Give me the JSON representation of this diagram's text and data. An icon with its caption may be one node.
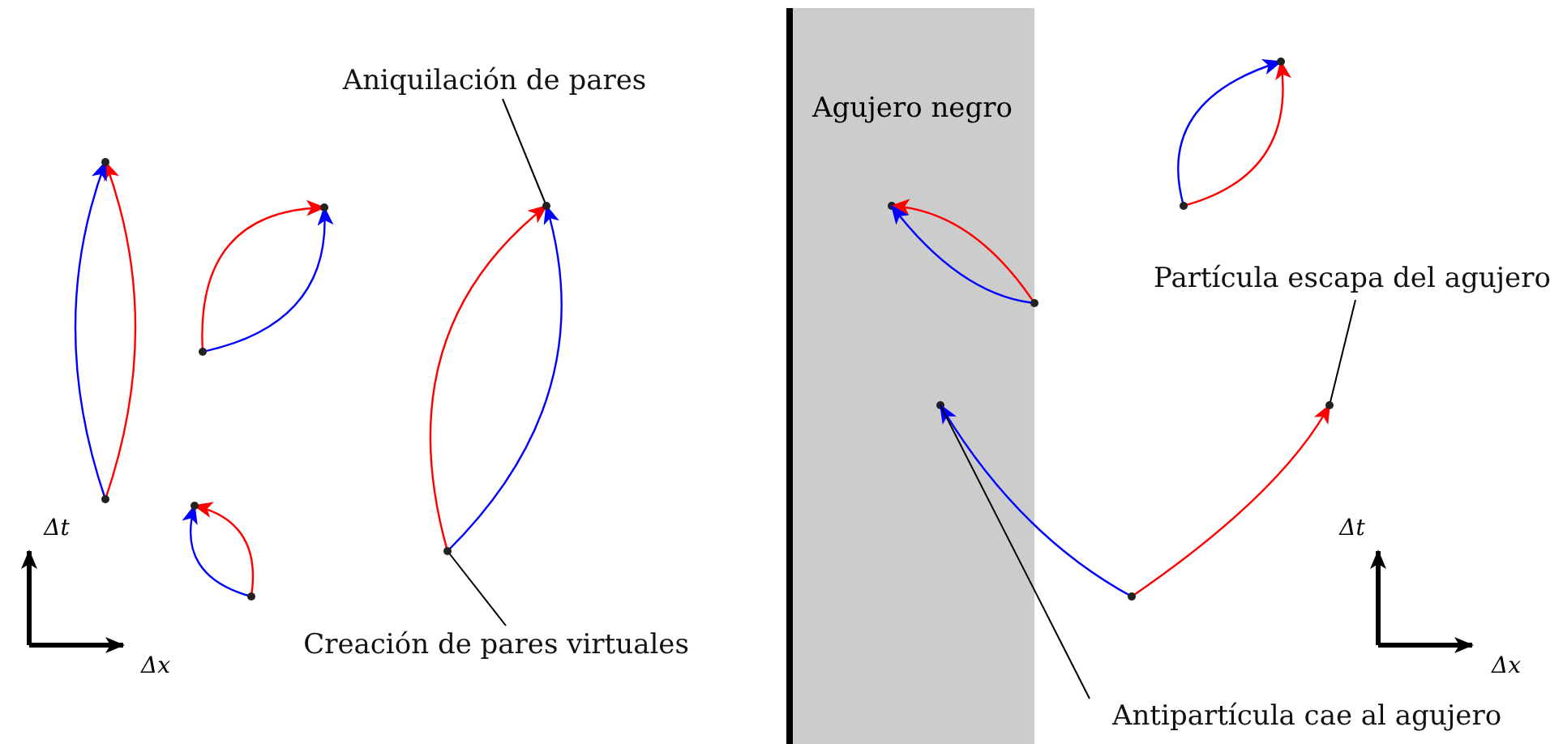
{
  "diagram": {
    "nodes": [
      {
        "text": [
          "Agujero negro"
        ]
      },
      {
        "text": [
          "Aniquilación de pares"
        ]
      },
      {
        "text": [
          "Creación de pares virtuales"
        ]
      },
      {
        "text": [
          "Partícula escapa del agujero"
        ]
      },
      {
        "text": [
          "Antipartícula cae al agujero"
        ]
      },
      {
        "text": [],
        "shape": "point"
      },
      {
        "text": [],
        "shape": "point"
      },
      {
        "text": [],
        "shape": "point"
      },
      {
        "text": [],
        "shape": "point"
      },
      {
        "text": [],
        "shape": "point"
      },
      {
        "text": [],
        "shape": "point"
      },
      {
        "text": [],
        "shape": "point"
      },
      {
        "text": [],
        "shape": "point"
      },
      {
        "text": [],
        "shape": "point"
      },
      {
        "text": [],
        "shape": "point"
      },
      {
        "text": [],
        "shape": "point"
      },
      {
        "text": [],
        "shape": "point",
        "in": 0
      },
      {
        "text": [],
        "shape": "point"
      },
      {
        "text": [],
        "shape": "point"
      },
      {
        "text": [],
        "shape": "point",
        "in": 0
      }
    ],
    "edges": [
      {
        "from": 5,
        "to": 6,
        "arrow": "to",
        "color": "#ff0000"
      },
      {
        "from": 5,
        "to": 6,
        "arrow": "to",
        "color": "#0000ff"
      },
      {
        "from": 7,
        "to": 8,
        "arrow": "to",
        "color": "#ff0000"
      },
      {
        "from": 7,
        "to": 8,
        "arrow": "to",
        "color": "#0000ff"
      },
      {
        "from": 9,
        "to": 10,
        "arrow": "to",
        "color": "#ff0000"
      },
      {
        "from": 9,
        "to": 10,
        "arrow": "to",
        "color": "#0000ff"
      },
      {
        "from": 11,
        "to": 12,
        "arrow": "to",
        "color": "#ff0000"
      },
      {
        "from": 11,
        "to": 12,
        "arrow": "to",
        "color": "#0000ff"
      },
      {
        "from": 13,
        "to": 14,
        "arrow": "to",
        "color": "#ff0000"
      },
      {
        "from": 13,
        "to": 14,
        "arrow": "to",
        "color": "#0000ff"
      },
      {
        "from": 15,
        "to": 16,
        "arrow": "to",
        "color": "#ff0000"
      },
      {
        "from": 15,
        "to": 16,
        "arrow": "to",
        "color": "#0000ff"
      },
      {
        "from": 17,
        "to": 18,
        "arrow": "to",
        "color": "#ff0000"
      },
      {
        "from": 17,
        "to": 19,
        "arrow": "to",
        "color": "#0000ff"
      },
      {
        "from": 1,
        "to": 12,
        "arrow": "none",
        "color": "#000000"
      },
      {
        "from": 2,
        "to": 11,
        "arrow": "none",
        "color": "#000000"
      },
      {
        "from": 3,
        "to": 18,
        "arrow": "none",
        "color": "#000000"
      },
      {
        "from": 4,
        "to": 19,
        "arrow": "none",
        "color": "#000000"
      }
    ],
    "labels": [
      "Δt",
      "Δx",
      "Δt",
      "Δx"
    ]
  }
}
